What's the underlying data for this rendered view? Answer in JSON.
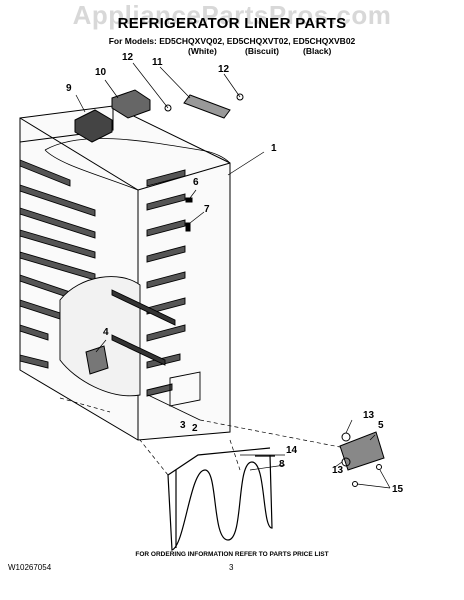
{
  "watermark": "AppliancePartsPros.com",
  "header": {
    "title": "REFRIGERATOR LINER PARTS",
    "models": "For Models: ED5CHQXVQ02, ED5CHQXVT02, ED5CHQXVB02",
    "colors": [
      "(White)",
      "(Biscuit)",
      "(Black)"
    ]
  },
  "callouts": [
    "12",
    "11",
    "12",
    "10",
    "9",
    "1",
    "6",
    "7",
    "4",
    "3",
    "2",
    "13",
    "5",
    "14",
    "8",
    "13",
    "15"
  ],
  "footer": {
    "ordering_note": "FOR ORDERING INFORMATION REFER TO PARTS PRICE LIST",
    "document_number": "W10267054",
    "page_number": "3"
  }
}
